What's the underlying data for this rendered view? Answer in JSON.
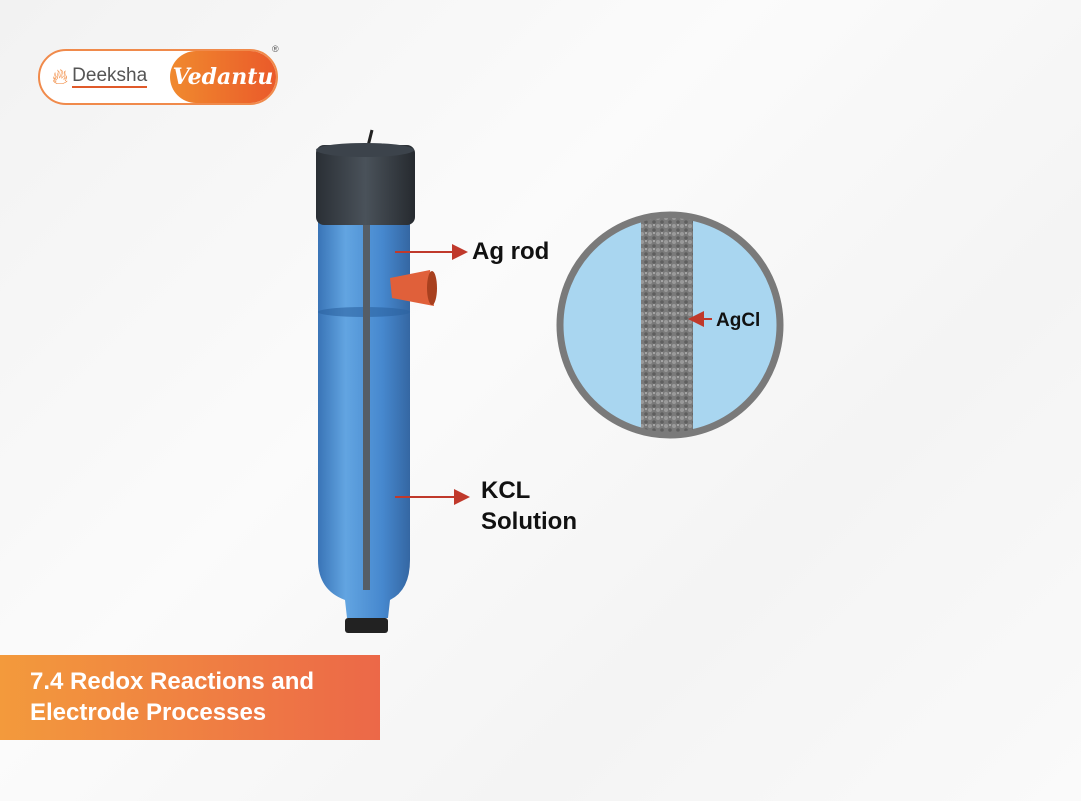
{
  "logo": {
    "brand_left": "Deeksha",
    "brand_right": "Vedantu",
    "trademark": "®"
  },
  "labels": {
    "ag_rod": "Ag rod",
    "kcl_line1": "KCL",
    "kcl_line2": "Solution",
    "agcl": "AgCl"
  },
  "banner": {
    "line1": "7.4 Redox Reactions and",
    "line2": "Electrode Processes"
  },
  "colors": {
    "accent": "#ec6848",
    "arrow": "#c0392b",
    "solution": "#3f85c8",
    "zoom_fill": "#a9d6f0"
  }
}
